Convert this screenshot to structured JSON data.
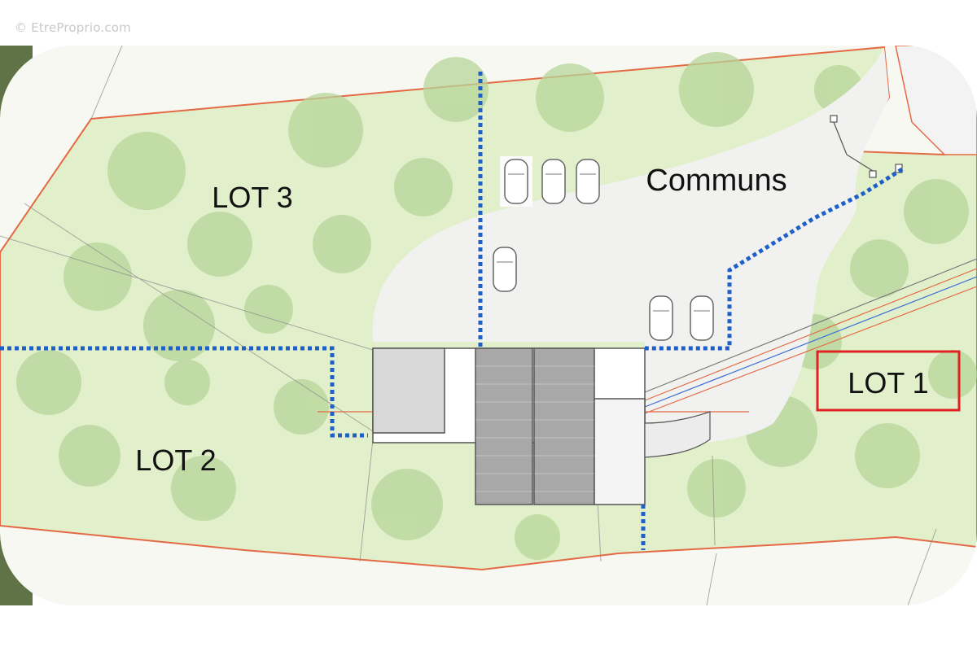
{
  "watermark": "© EtreProprio.com",
  "plan": {
    "lots": [
      {
        "id": "lot3",
        "label": "LOT 3"
      },
      {
        "id": "lot2",
        "label": "LOT 2"
      },
      {
        "id": "lot1",
        "label": "LOT 1",
        "highlighted": true
      }
    ],
    "common_area": {
      "label": "Communs"
    },
    "parking_spaces": 6,
    "colors": {
      "lawn": "#e2efcb",
      "lawn_light": "#eef5df",
      "tree": "#b7d59a",
      "common_area": "#f1f2ef",
      "boundary": "#e46a45",
      "division": "#1f5fc8",
      "highlight_box": "#e02222",
      "frame": "#5f7347"
    }
  }
}
